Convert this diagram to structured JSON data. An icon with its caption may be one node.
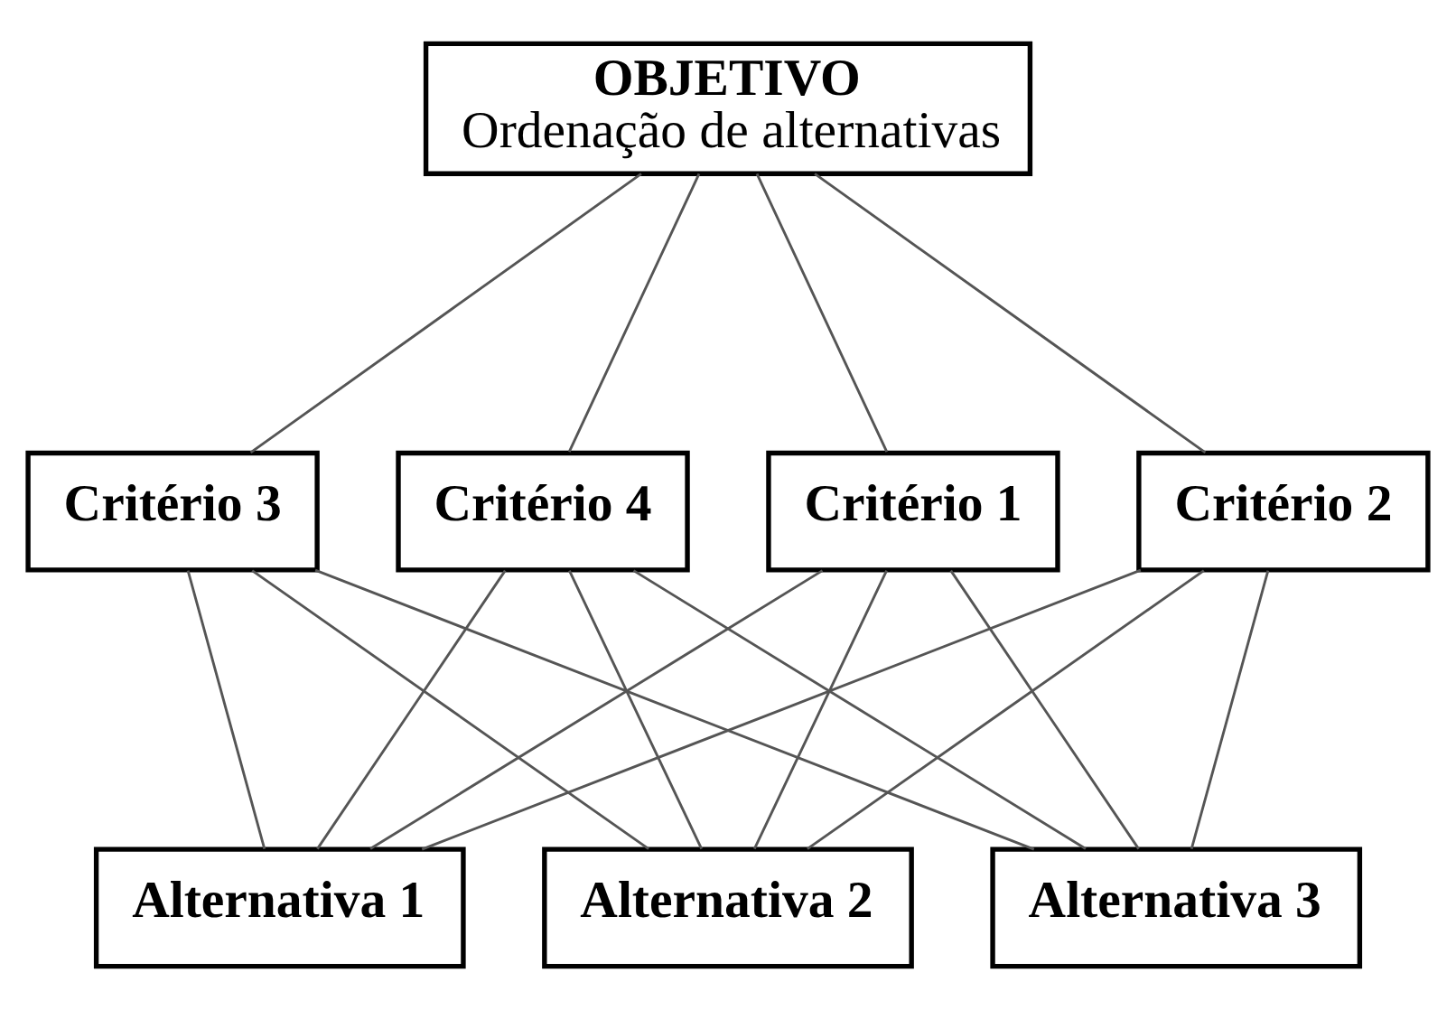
{
  "diagram": {
    "nodes": [
      {
        "text": [
          "OBJETIVO",
          "Ordenação de alternativas"
        ]
      },
      {
        "text": [
          "Critério 1"
        ]
      },
      {
        "text": [
          "Critério 2"
        ]
      },
      {
        "text": [
          "Critério 3"
        ]
      },
      {
        "text": [
          "Critério 4"
        ]
      },
      {
        "text": [
          "Alternativa 1"
        ]
      },
      {
        "text": [
          "Alternativa 2"
        ]
      },
      {
        "text": [
          "Alternativa 3"
        ]
      }
    ],
    "edges": [
      {
        "from": 0,
        "to": 1,
        "arrow": "none"
      },
      {
        "from": 0,
        "to": 2,
        "arrow": "none"
      },
      {
        "from": 0,
        "to": 3,
        "arrow": "none"
      },
      {
        "from": 0,
        "to": 4,
        "arrow": "none"
      },
      {
        "from": 1,
        "to": 5,
        "arrow": "none"
      },
      {
        "from": 1,
        "to": 6,
        "arrow": "none"
      },
      {
        "from": 1,
        "to": 7,
        "arrow": "none"
      },
      {
        "from": 2,
        "to": 5,
        "arrow": "none"
      },
      {
        "from": 2,
        "to": 6,
        "arrow": "none"
      },
      {
        "from": 2,
        "to": 7,
        "arrow": "none"
      },
      {
        "from": 3,
        "to": 5,
        "arrow": "none"
      },
      {
        "from": 3,
        "to": 6,
        "arrow": "none"
      },
      {
        "from": 3,
        "to": 7,
        "arrow": "none"
      },
      {
        "from": 4,
        "to": 5,
        "arrow": "none"
      },
      {
        "from": 4,
        "to": 6,
        "arrow": "none"
      },
      {
        "from": 4,
        "to": 7,
        "arrow": "none"
      }
    ]
  }
}
